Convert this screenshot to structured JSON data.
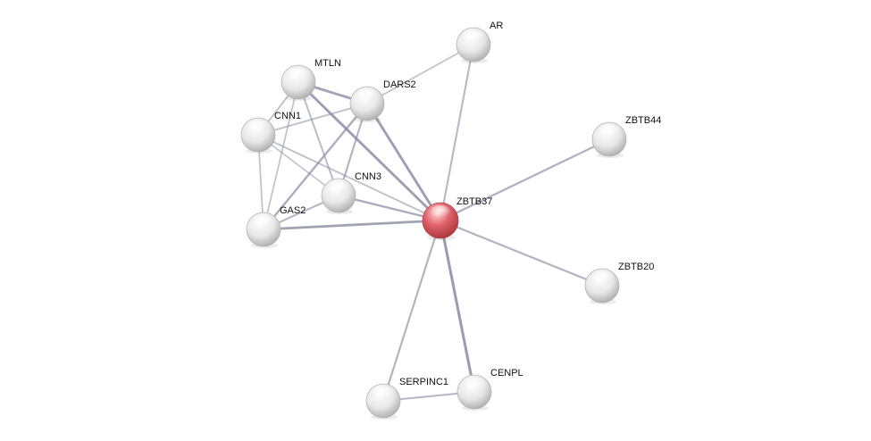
{
  "network": {
    "nodes": [
      {
        "id": "ZBTB37",
        "label": "ZBTB37",
        "query": true
      },
      {
        "id": "AR",
        "label": "AR"
      },
      {
        "id": "MTLN",
        "label": "MTLN"
      },
      {
        "id": "DARS2",
        "label": "DARS2"
      },
      {
        "id": "CNN1",
        "label": "CNN1"
      },
      {
        "id": "CNN3",
        "label": "CNN3"
      },
      {
        "id": "GAS2",
        "label": "GAS2"
      },
      {
        "id": "ZBTB44",
        "label": "ZBTB44"
      },
      {
        "id": "ZBTB20",
        "label": "ZBTB20"
      },
      {
        "id": "SERPINC1",
        "label": "SERPINC1"
      },
      {
        "id": "CENPL",
        "label": "CENPL"
      }
    ],
    "edges": [
      {
        "source": "ZBTB37",
        "target": "AR",
        "strength": 0.45
      },
      {
        "source": "ZBTB37",
        "target": "ZBTB44",
        "strength": 0.55
      },
      {
        "source": "ZBTB37",
        "target": "ZBTB20",
        "strength": 0.5
      },
      {
        "source": "ZBTB37",
        "target": "SERPINC1",
        "strength": 0.5
      },
      {
        "source": "ZBTB37",
        "target": "CENPL",
        "strength": 0.85
      },
      {
        "source": "ZBTB37",
        "target": "GAS2",
        "strength": 0.75
      },
      {
        "source": "ZBTB37",
        "target": "CNN3",
        "strength": 0.6
      },
      {
        "source": "ZBTB37",
        "target": "DARS2",
        "strength": 0.8
      },
      {
        "source": "ZBTB37",
        "target": "MTLN",
        "strength": 0.8
      },
      {
        "source": "ZBTB37",
        "target": "CNN1",
        "strength": 0.35
      },
      {
        "source": "AR",
        "target": "DARS2",
        "strength": 0.3
      },
      {
        "source": "MTLN",
        "target": "DARS2",
        "strength": 0.75
      },
      {
        "source": "MTLN",
        "target": "CNN1",
        "strength": 0.35
      },
      {
        "source": "MTLN",
        "target": "CNN3",
        "strength": 0.4
      },
      {
        "source": "MTLN",
        "target": "GAS2",
        "strength": 0.3
      },
      {
        "source": "DARS2",
        "target": "CNN1",
        "strength": 0.35
      },
      {
        "source": "DARS2",
        "target": "CNN3",
        "strength": 0.5
      },
      {
        "source": "DARS2",
        "target": "GAS2",
        "strength": 0.6
      },
      {
        "source": "CNN1",
        "target": "GAS2",
        "strength": 0.3
      },
      {
        "source": "CNN1",
        "target": "CNN3",
        "strength": 0.3
      },
      {
        "source": "CNN3",
        "target": "GAS2",
        "strength": 0.45
      },
      {
        "source": "SERPINC1",
        "target": "CENPL",
        "strength": 0.45
      }
    ]
  },
  "colors": {
    "query_node": "#d9535b",
    "node": "#e6e6e6",
    "edge": "#8a8ca3"
  }
}
